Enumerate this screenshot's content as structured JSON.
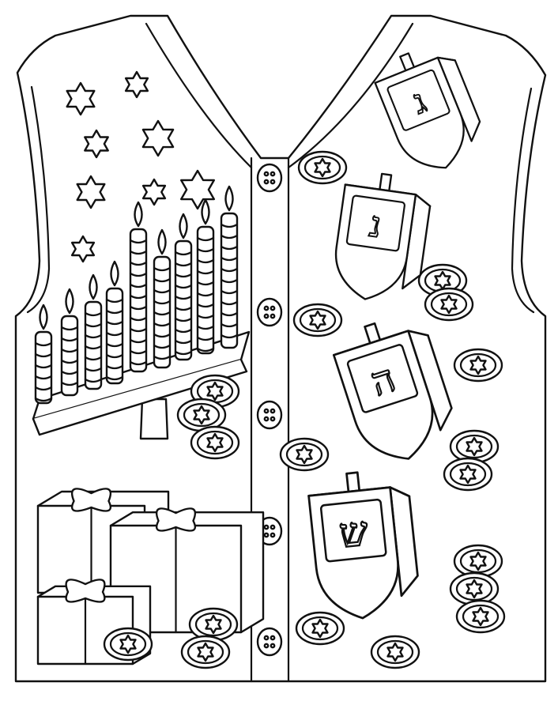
{
  "colors": {
    "line": "#111111",
    "background": "#ffffff"
  },
  "illustration": {
    "subject": "hanukkah-sweater-vest",
    "dreidel_letters": [
      "ג",
      "נ",
      "ה",
      "ש"
    ],
    "button_count": 5,
    "candle_count": 9
  }
}
